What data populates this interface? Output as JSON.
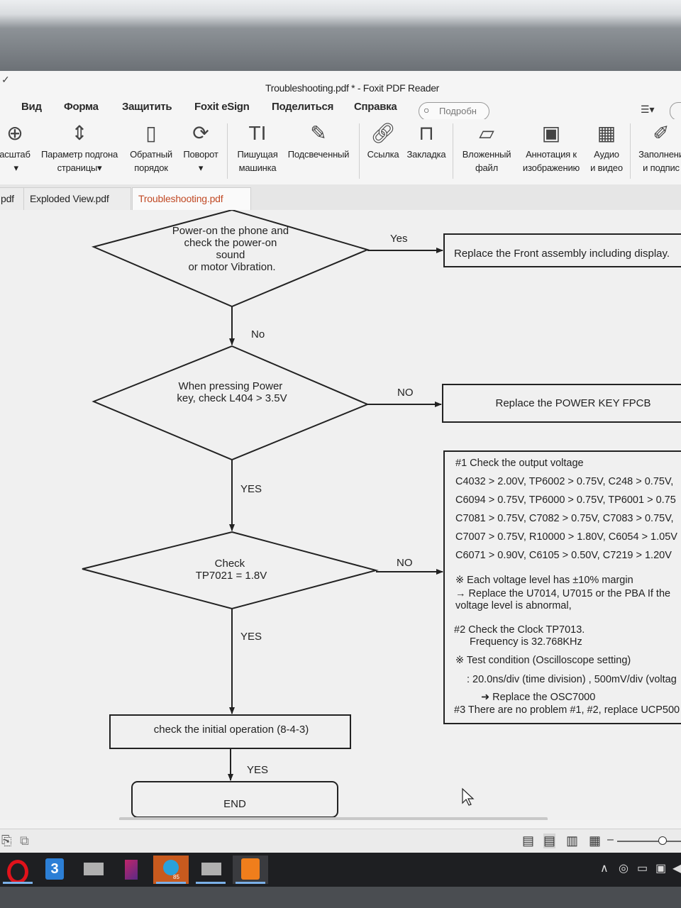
{
  "window": {
    "title": "Troubleshooting.pdf * - Foxit PDF Reader"
  },
  "menu": [
    "Вид",
    "Форма",
    "Защитить",
    "Foxit eSign",
    "Поделиться",
    "Справка"
  ],
  "search": {
    "placeholder": "Подробн"
  },
  "toolbar": [
    {
      "icon": "zoom-icon",
      "label": "асштаб\n ▾"
    },
    {
      "icon": "fit-page-icon",
      "label": "Параметр подгона\nстраницы▾"
    },
    {
      "icon": "reverse-order-icon",
      "label": "Обратный\nпорядок"
    },
    {
      "icon": "rotate-icon",
      "label": "Поворот\n▾"
    },
    {
      "icon": "typewriter-icon",
      "label": "Пишущая\nмашинка"
    },
    {
      "icon": "highlight-icon",
      "label": "Подсвеченный"
    },
    {
      "icon": "link-icon",
      "label": "Ссылка"
    },
    {
      "icon": "bookmark-icon",
      "label": "Закладка"
    },
    {
      "icon": "attach-file-icon",
      "label": "Вложенный\nфайл"
    },
    {
      "icon": "image-annotation-icon",
      "label": "Аннотация к\nизображению"
    },
    {
      "icon": "audio-video-icon",
      "label": "Аудио\nи видео"
    },
    {
      "icon": "fill-sign-icon",
      "label": "Заполнени\nи подпис"
    }
  ],
  "tabs": [
    {
      "label": "pdf",
      "active": false
    },
    {
      "label": "Exploded View.pdf",
      "active": false
    },
    {
      "label": "Troubleshooting.pdf *",
      "active": true
    }
  ],
  "flowchart": {
    "decision1": {
      "lines": [
        "Power-on the phone and",
        "check the power-on",
        "sound",
        "or motor Vibration."
      ]
    },
    "decision1_yes": "Yes",
    "decision1_no": "No",
    "action1": "Replace the Front assembly including display.",
    "decision2": {
      "lines": [
        "When pressing Power",
        "key, check L404 > 3.5V"
      ]
    },
    "decision2_no": "NO",
    "decision2_yes": "YES",
    "action2": "Replace the POWER KEY FPCB",
    "decision3": {
      "lines": [
        "Check",
        "TP7021 = 1.8V"
      ]
    },
    "decision3_no": "NO",
    "decision3_yes": "YES",
    "action3": "check the initial operation (8-4-3)",
    "action3_yes": "YES",
    "end": "END",
    "notes": [
      "#1 Check the output voltage",
      "C4032 > 2.00V, TP6002 > 0.75V, C248 > 0.75V,",
      "C6094 > 0.75V, TP6000 > 0.75V, TP6001 > 0.75",
      "C7081 > 0.75V, C7082 > 0.75V, C7083 > 0.75V,",
      "C7007 > 0.75V, R10000 > 1.80V, C6054 > 1.05V",
      "C6071 > 0.90V, C6105 > 0.50V, C7219 > 1.20V",
      "※ Each voltage level has ±10% margin",
      "→ Replace the U7014, U7015 or the PBA If the",
      "voltage level is abnormal,",
      "#2 Check the Clock TP7013.",
      "Frequency is 32.768KHz",
      "※ Test condition (Oscilloscope setting)",
      ": 20.0ns/div (time division) , 500mV/div (voltag",
      "➜  Replace the OSC7000",
      "#3 There are no problem #1, #2, replace UCP500"
    ]
  },
  "statusbar": {
    "zoom_minus": "–"
  },
  "taskbar": [
    {
      "icon": "opera-icon",
      "color": "#e0121b"
    },
    {
      "icon": "app-3-icon",
      "color": "#2c7fd6"
    },
    {
      "icon": "zxsoft-icon",
      "color": "#b0b0b0"
    },
    {
      "icon": "jetbrains-icon",
      "color": "#c1256a"
    },
    {
      "icon": "telegram-icon",
      "color": "#2aa1da",
      "badge": "85"
    },
    {
      "icon": "zxsoft-icon-2",
      "color": "#b0b0b0"
    },
    {
      "icon": "foxit-icon",
      "color": "#f07e1c"
    }
  ],
  "colors": {
    "active_tab": "#c14a25",
    "taskbar": "#1e1f22"
  }
}
